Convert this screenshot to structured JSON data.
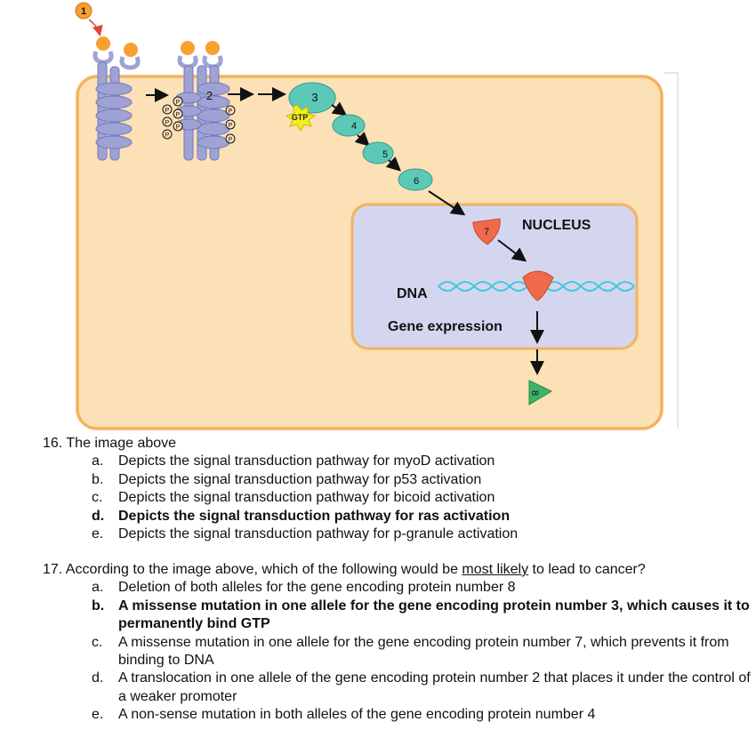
{
  "figure": {
    "labels": {
      "step1": "1",
      "step2": "2",
      "step3": "3",
      "step4": "4",
      "step5": "5",
      "step6": "6",
      "step7": "7",
      "step8": "8",
      "gtp": "GTP",
      "phospho": "P",
      "nucleus": "NUCLEUS",
      "dna": "DNA",
      "gene_expression": "Gene expression"
    },
    "colors": {
      "cell_fill": "#fce0b6",
      "cell_border": "#f5b25c",
      "nucleus_fill": "#d4d6ef",
      "receptor": "#9fa2d4",
      "ligand": "#f6a030",
      "protein_teal": "#5cc8b8",
      "protein_red": "#f06a4a",
      "protein_green": "#3cb46a",
      "gtp_star": "#f2ef1e",
      "dna": "#45c8dc"
    }
  },
  "questions": [
    {
      "stem": "16. The image above",
      "options": [
        {
          "letter": "a.",
          "text": "Depicts the signal transduction pathway for myoD activation",
          "bold": false
        },
        {
          "letter": "b.",
          "text": "Depicts the signal transduction pathway for p53 activation",
          "bold": false
        },
        {
          "letter": "c.",
          "text": "Depicts the signal transduction pathway for bicoid activation",
          "bold": false
        },
        {
          "letter": "d.",
          "text": "Depicts the signal transduction pathway for ras activation",
          "bold": true
        },
        {
          "letter": "e.",
          "text": "Depicts the signal transduction pathway for p-granule activation",
          "bold": false
        }
      ]
    },
    {
      "stem_before": "17. According to the image above, which of the following would be ",
      "stem_underline": "most likely",
      "stem_after": " to lead to cancer?",
      "options": [
        {
          "letter": "a.",
          "text": "Deletion of both alleles for the gene encoding protein number 8",
          "bold": false
        },
        {
          "letter": "b.",
          "text": "A missense mutation in one allele for the gene encoding protein number 3, which causes it to permanently bind GTP",
          "bold": true
        },
        {
          "letter": "c.",
          "text": "A missense mutation in one allele for the gene encoding protein number 7, which prevents it from binding to DNA",
          "bold": false
        },
        {
          "letter": "d.",
          "text": "A translocation in one allele of the gene encoding protein number 2 that places it under the control of a weaker promoter",
          "bold": false
        },
        {
          "letter": "e.",
          "text": "A non-sense mutation in both alleles of the gene encoding protein number 4",
          "bold": false
        }
      ]
    }
  ]
}
